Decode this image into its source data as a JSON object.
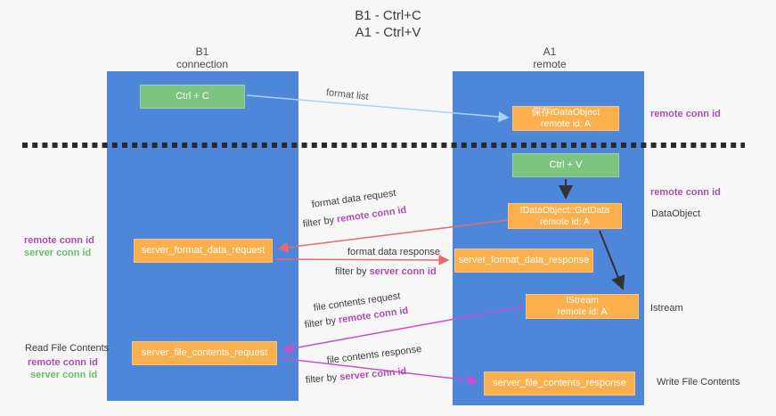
{
  "title": {
    "line1": "B1 - Ctrl+C",
    "line2": "A1 - Ctrl+V"
  },
  "columns": {
    "left": {
      "name": "B1",
      "role": "connection"
    },
    "right": {
      "name": "A1",
      "role": "remote"
    }
  },
  "nodes": {
    "ctrl_c": "Ctrl + C",
    "ctrl_v": "Ctrl + V",
    "save_idataobject": {
      "line1": "保存IDataObject",
      "line2": "remote id: A"
    },
    "getdata": {
      "line1": "IDataObject::GetData",
      "line2": "remote id: A"
    },
    "istream": {
      "line1": "IStream",
      "line2": "remote id: A"
    },
    "server_format_data_request": "server_format_data_request",
    "server_format_data_response": "server_format_data_response",
    "server_file_contents_request": "server_file_contents_request",
    "server_file_contents_response": "server_file_contents_response"
  },
  "edge_labels": {
    "format_list": "format list",
    "format_data_request": "format data request",
    "format_data_response": "format data response",
    "file_contents_request": "file contents request",
    "file_contents_response": "file contents response",
    "filter_by": "filter by "
  },
  "side_labels": {
    "remote_conn_id": "remote conn id",
    "server_conn_id": "server conn id",
    "dataobject": "DataObject",
    "istream": "Istream",
    "read_file_contents": "Read File Contents",
    "write_file_contents": "Write File Contents"
  },
  "colors": {
    "column_blue": "#4e86d9",
    "node_green": "#7cc57f",
    "node_orange": "#fbb04d",
    "arrow_red": "#e8696d",
    "arrow_magenta": "#ca4ecf",
    "arrow_lightblue": "#a9d3f2",
    "arrow_black": "#333333",
    "conn_id_purple": "#a94fb0",
    "conn_id_green": "#67bf6b",
    "background": "#f7f7f7"
  }
}
